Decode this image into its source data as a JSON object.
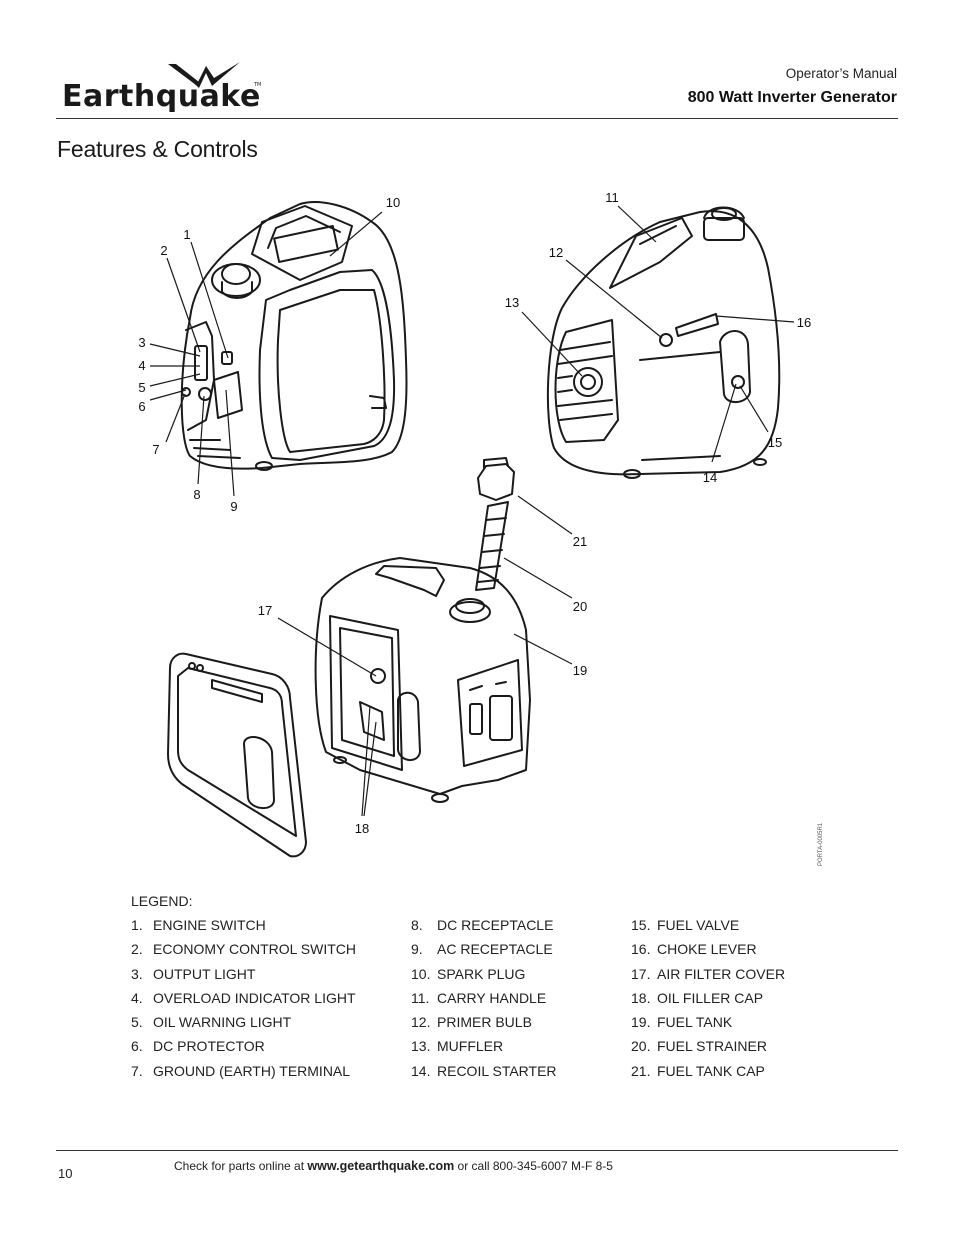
{
  "header": {
    "brand": "Earthquake",
    "trademark": "TM",
    "doc_type": "Operator’s Manual",
    "product": "800 Watt Inverter Generator"
  },
  "page_title": "Features & Controls",
  "figure": {
    "code": "PORTA-0005R1",
    "callouts": [
      "1",
      "2",
      "3",
      "4",
      "5",
      "6",
      "7",
      "8",
      "9",
      "10",
      "11",
      "12",
      "13",
      "14",
      "15",
      "16",
      "17",
      "18",
      "19",
      "20",
      "21"
    ]
  },
  "legend": {
    "title": "LEGEND:",
    "items": [
      {
        "num": "1.",
        "label": "ENGINE SWITCH"
      },
      {
        "num": "2.",
        "label": "ECONOMY CONTROL SWITCH"
      },
      {
        "num": "3.",
        "label": "OUTPUT LIGHT"
      },
      {
        "num": "4.",
        "label": "OVERLOAD INDICATOR LIGHT"
      },
      {
        "num": "5.",
        "label": "OIL WARNING LIGHT"
      },
      {
        "num": "6.",
        "label": "DC PROTECTOR"
      },
      {
        "num": "7.",
        "label": "GROUND (EARTH) TERMINAL"
      },
      {
        "num": "8.",
        "label": "DC RECEPTACLE"
      },
      {
        "num": "9.",
        "label": "AC RECEPTACLE"
      },
      {
        "num": "10.",
        "label": "SPARK PLUG"
      },
      {
        "num": "11.",
        "label": "CARRY HANDLE"
      },
      {
        "num": "12.",
        "label": "PRIMER BULB"
      },
      {
        "num": "13.",
        "label": "MUFFLER"
      },
      {
        "num": "14.",
        "label": "RECOIL STARTER"
      },
      {
        "num": "15.",
        "label": "FUEL VALVE"
      },
      {
        "num": "16.",
        "label": "CHOKE LEVER"
      },
      {
        "num": "17.",
        "label": "AIR FILTER COVER"
      },
      {
        "num": "18.",
        "label": "OIL FILLER CAP"
      },
      {
        "num": "19.",
        "label": "FUEL TANK"
      },
      {
        "num": "20.",
        "label": "FUEL STRAINER"
      },
      {
        "num": "21.",
        "label": "FUEL TANK CAP"
      }
    ]
  },
  "footer": {
    "page_number": "10",
    "note_prefix": "Check for parts online at ",
    "url": "www.getearthquake.com",
    "note_suffix": " or call 800-345-6007 M-F 8-5"
  }
}
